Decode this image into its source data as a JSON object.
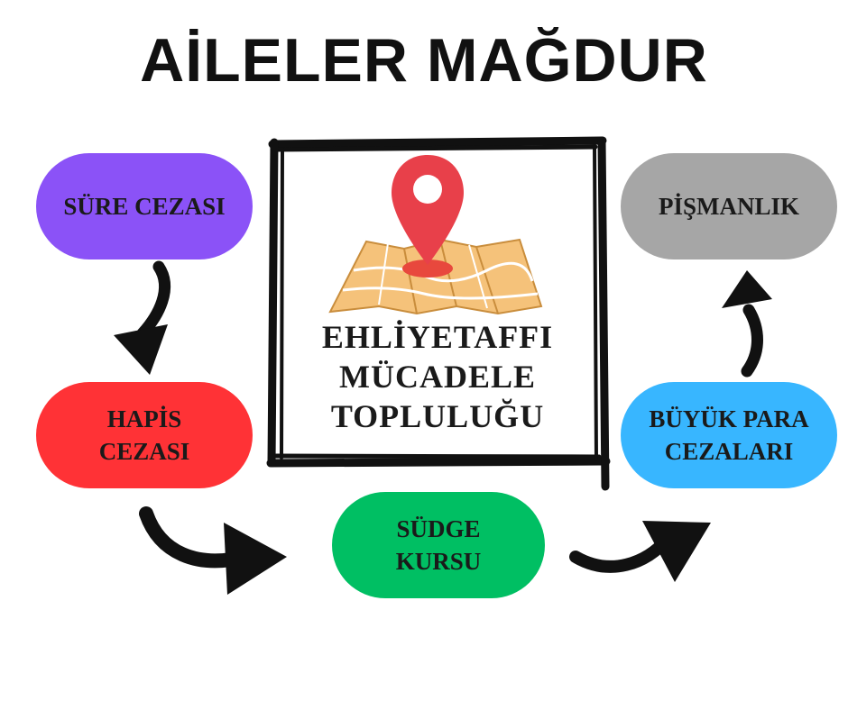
{
  "title": "AİLELER MAĞDUR",
  "center": {
    "icon": "map-location-pin-icon",
    "lines": [
      "EHLİYETAFFI",
      "MÜCADELE",
      "TOPLULUĞU"
    ]
  },
  "nodes": [
    {
      "id": "sure-cezasi",
      "lines": [
        "SÜRE CEZASI"
      ],
      "color": "#8b52f7"
    },
    {
      "id": "hapis-cezasi",
      "lines": [
        "HAPİS",
        "CEZASI"
      ],
      "color": "#ff3236"
    },
    {
      "id": "sudge-kursu",
      "lines": [
        "SÜDGE",
        "KURSU"
      ],
      "color": "#00bf63"
    },
    {
      "id": "buyuk-para-cezalari",
      "lines": [
        "BÜYÜK PARA",
        "CEZALARI"
      ],
      "color": "#38b6ff"
    },
    {
      "id": "pismanlik",
      "lines": [
        "PİŞMANLIK"
      ],
      "color": "#a6a6a6"
    }
  ],
  "flow": [
    "sure-cezasi",
    "hapis-cezasi",
    "sudge-kursu",
    "buyuk-para-cezalari",
    "pismanlik"
  ]
}
